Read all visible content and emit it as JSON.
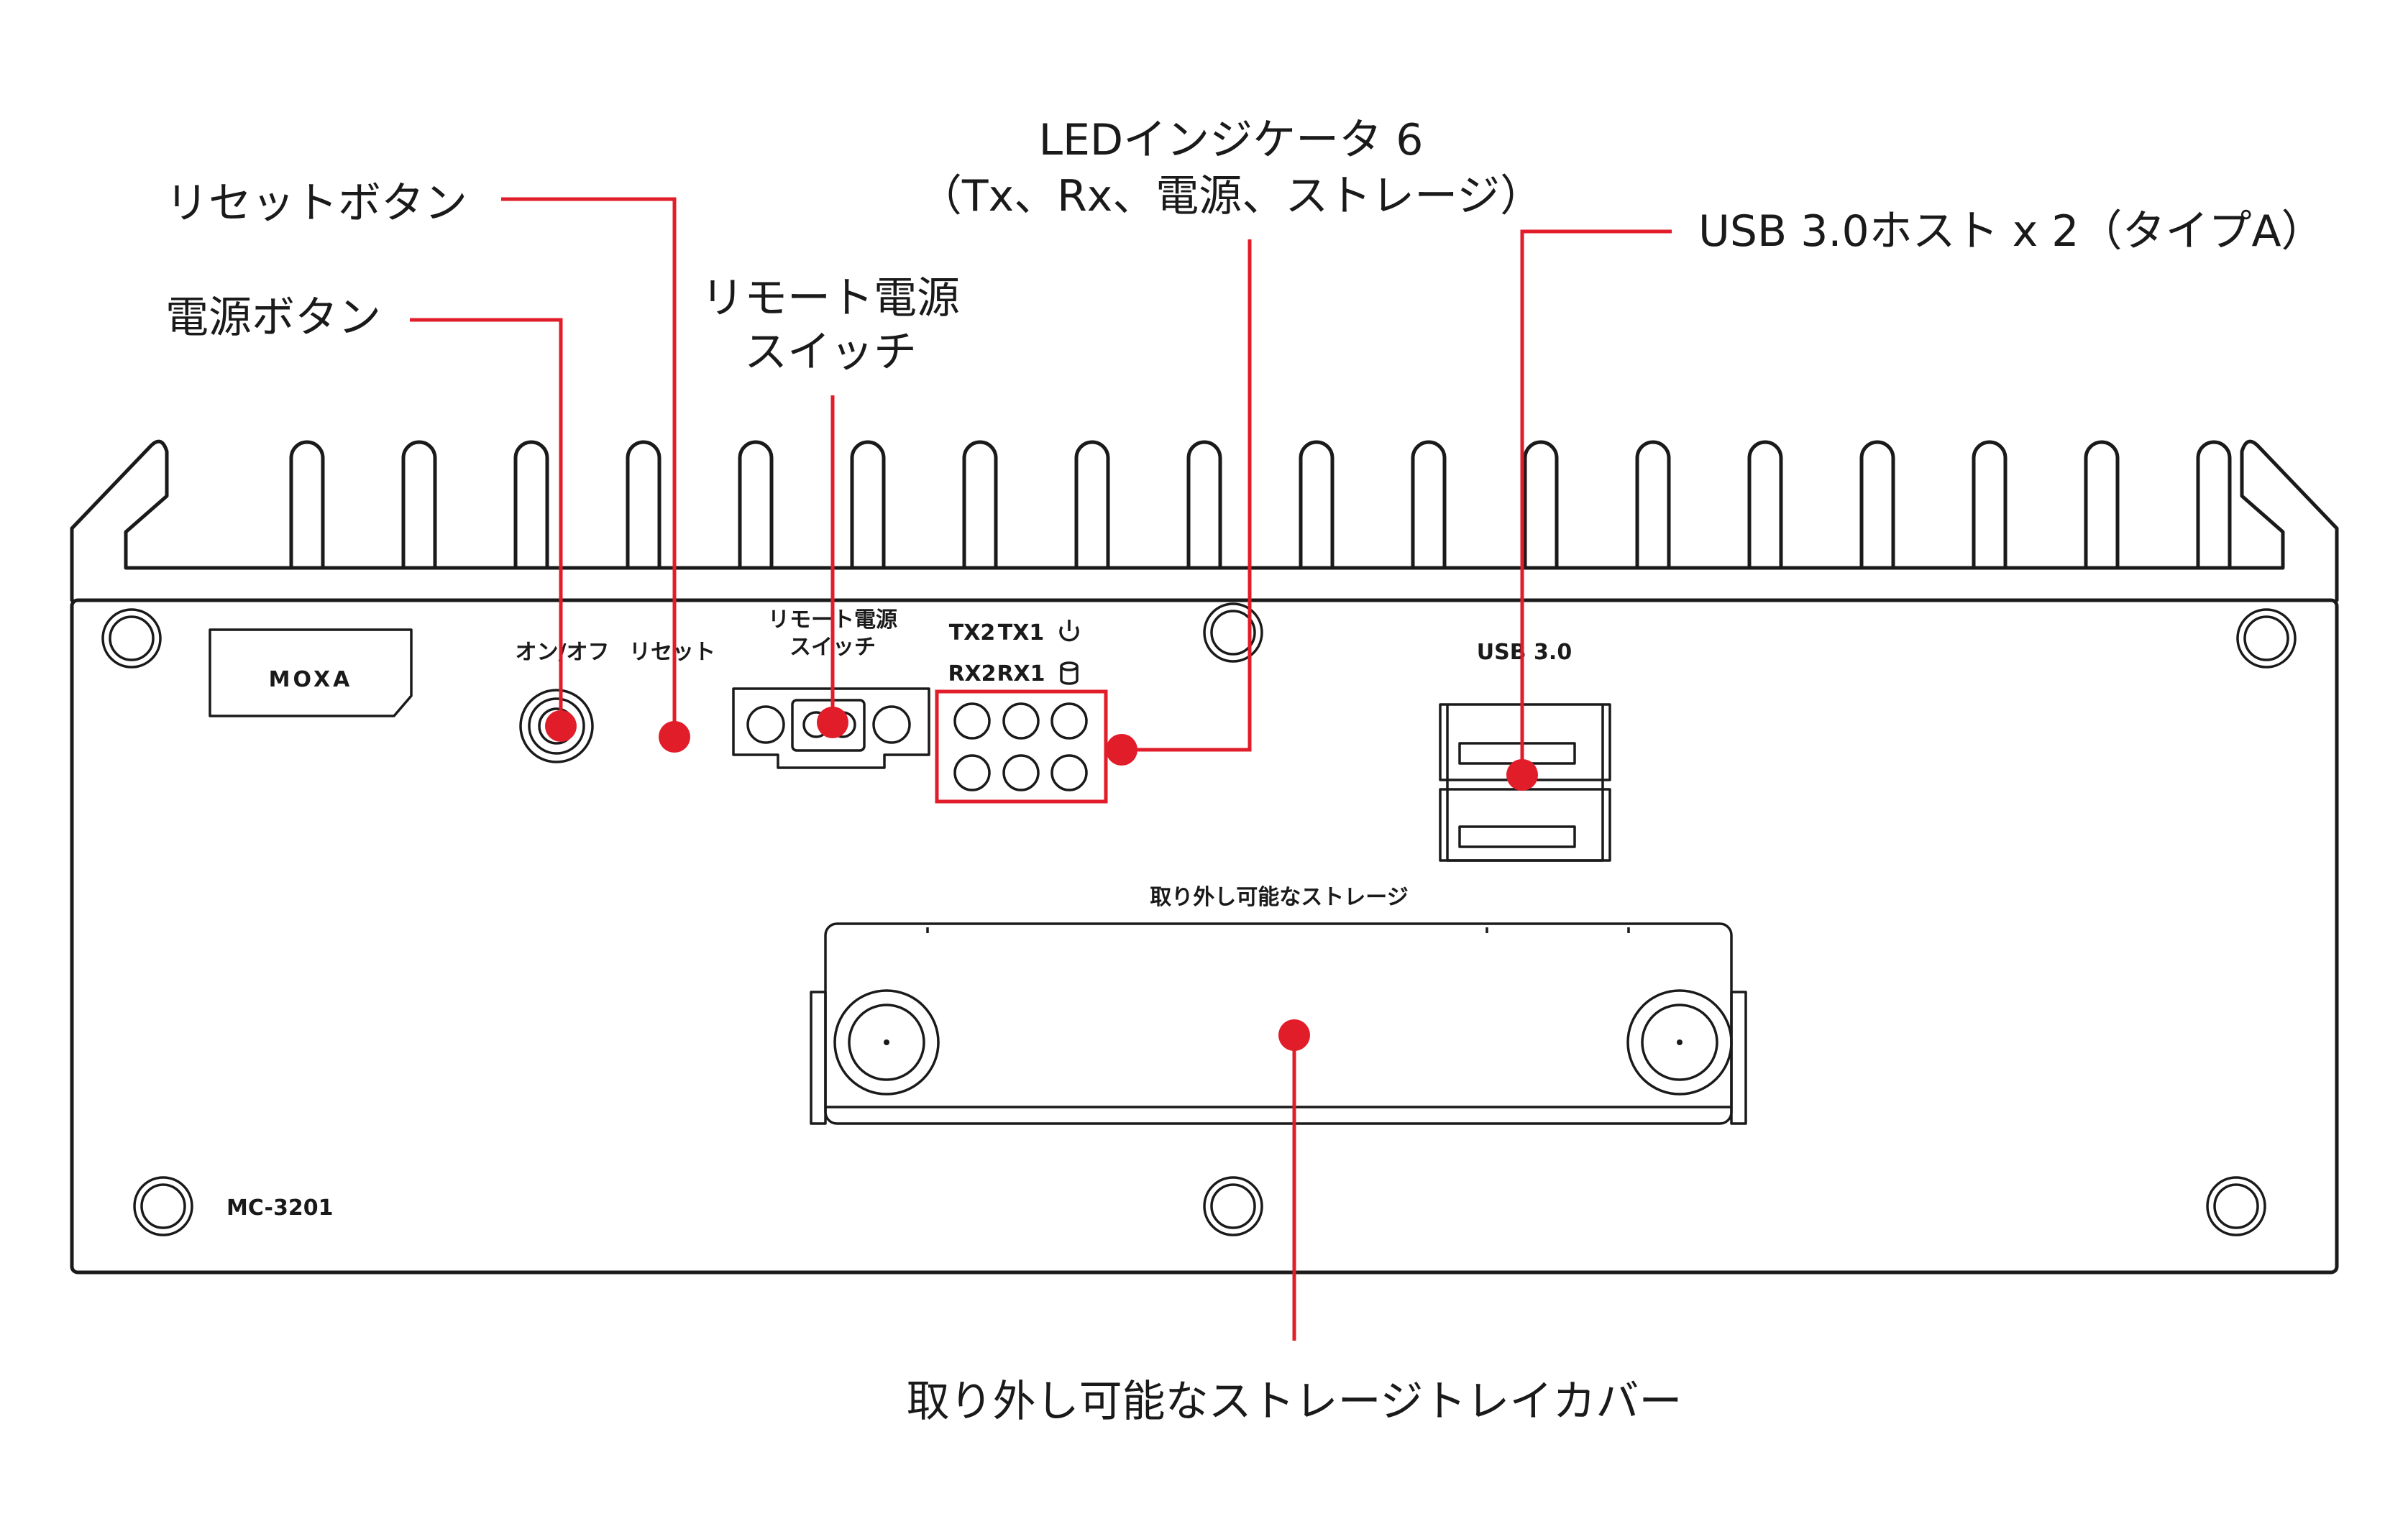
{
  "callouts": {
    "power_button": "電源ボタン",
    "reset_button": "リセットボタン",
    "remote_switch_line1": "リモート電源",
    "remote_switch_line2": "スイッチ",
    "led_line1": "LEDインジケータ 6",
    "led_line2": "（Tx、Rx、電源、ストレージ）",
    "usb": "USB 3.0ホスト x 2（タイプA）",
    "storage_cover": "取り外し可能なストレージトレイカバー"
  },
  "panel_labels": {
    "brand": "MOXA",
    "on_off": "オン/オフ",
    "reset": "リセット",
    "remote_line1": "リモート電源",
    "remote_line2": "スイッチ",
    "tx2": "TX2",
    "tx1": "TX1",
    "rx2": "RX2",
    "rx1": "RX1",
    "usb": "USB 3.0",
    "storage": "取り外し可能なストレージ",
    "model": "MC-3201"
  },
  "icons": [
    "power-icon",
    "storage-icon"
  ],
  "colors": {
    "callout_red": "#e11d2a",
    "line": "#1a1a1a",
    "background": "#ffffff"
  }
}
